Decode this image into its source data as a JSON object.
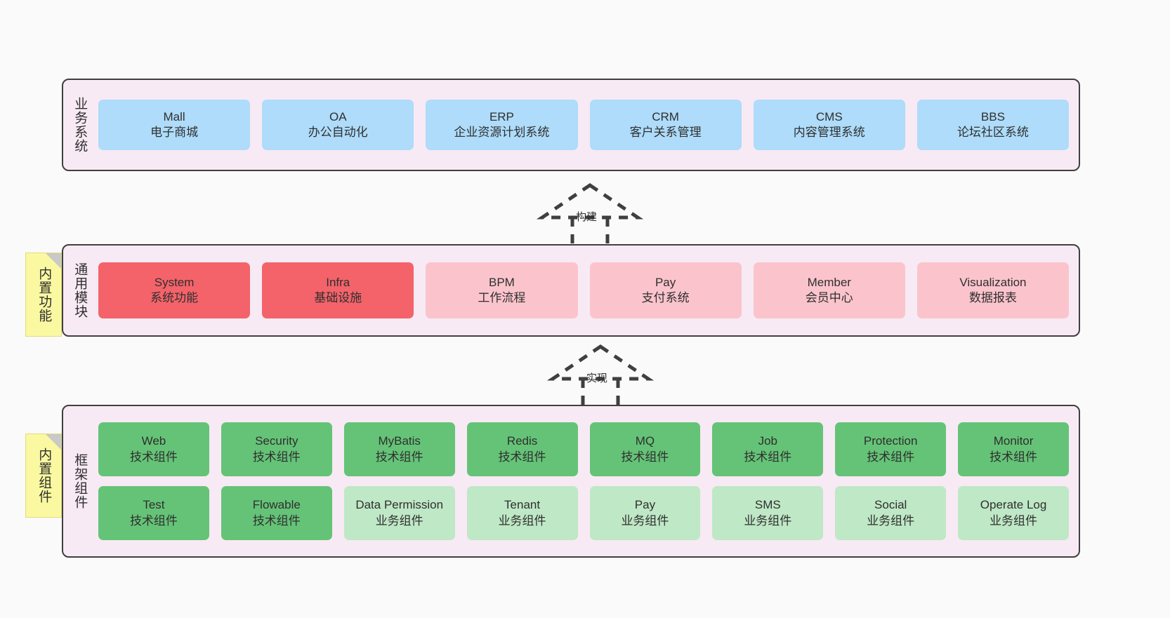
{
  "diagram": {
    "title_note_features": "内置功能",
    "title_note_components": "内置组件",
    "colors": {
      "panel_background": "#F7EAF4",
      "panel_border": "#3F3F3F",
      "business_cell": "#AEDCFA",
      "module_core": "#F4636A",
      "module_normal": "#FBC4CC",
      "framework_tech": "#65C377",
      "framework_business": "#BFE8C6",
      "note_background": "#FAF8A0",
      "page_background": "#FAFAFA"
    }
  },
  "layers": {
    "business": {
      "title": "业务系统",
      "items": [
        {
          "en": "Mall",
          "cn": "电子商城"
        },
        {
          "en": "OA",
          "cn": "办公自动化"
        },
        {
          "en": "ERP",
          "cn": "企业资源计划系统"
        },
        {
          "en": "CRM",
          "cn": "客户关系管理"
        },
        {
          "en": "CMS",
          "cn": "内容管理系统"
        },
        {
          "en": "BBS",
          "cn": "论坛社区系统"
        }
      ]
    },
    "module": {
      "title": "通用模块",
      "items": [
        {
          "en": "System",
          "cn": "系统功能",
          "kind": "core"
        },
        {
          "en": "Infra",
          "cn": "基础设施",
          "kind": "core"
        },
        {
          "en": "BPM",
          "cn": "工作流程",
          "kind": "normal"
        },
        {
          "en": "Pay",
          "cn": "支付系统",
          "kind": "normal"
        },
        {
          "en": "Member",
          "cn": "会员中心",
          "kind": "normal"
        },
        {
          "en": "Visualization",
          "cn": "数据报表",
          "kind": "normal"
        }
      ]
    },
    "framework": {
      "title": "框架组件",
      "row1": [
        {
          "en": "Web",
          "cn": "技术组件",
          "kind": "tech"
        },
        {
          "en": "Security",
          "cn": "技术组件",
          "kind": "tech"
        },
        {
          "en": "MyBatis",
          "cn": "技术组件",
          "kind": "tech"
        },
        {
          "en": "Redis",
          "cn": "技术组件",
          "kind": "tech"
        },
        {
          "en": "MQ",
          "cn": "技术组件",
          "kind": "tech"
        },
        {
          "en": "Job",
          "cn": "技术组件",
          "kind": "tech"
        },
        {
          "en": "Protection",
          "cn": "技术组件",
          "kind": "tech"
        },
        {
          "en": "Monitor",
          "cn": "技术组件",
          "kind": "tech"
        }
      ],
      "row2": [
        {
          "en": "Test",
          "cn": "技术组件",
          "kind": "tech"
        },
        {
          "en": "Flowable",
          "cn": "技术组件",
          "kind": "tech"
        },
        {
          "en": "Data Permission",
          "cn": "业务组件",
          "kind": "business"
        },
        {
          "en": "Tenant",
          "cn": "业务组件",
          "kind": "business"
        },
        {
          "en": "Pay",
          "cn": "业务组件",
          "kind": "business"
        },
        {
          "en": "SMS",
          "cn": "业务组件",
          "kind": "business"
        },
        {
          "en": "Social",
          "cn": "业务组件",
          "kind": "business"
        },
        {
          "en": "Operate Log",
          "cn": "业务组件",
          "kind": "business"
        }
      ]
    }
  },
  "arrows": {
    "build": {
      "label": "构建"
    },
    "implement": {
      "label": "实现"
    }
  }
}
